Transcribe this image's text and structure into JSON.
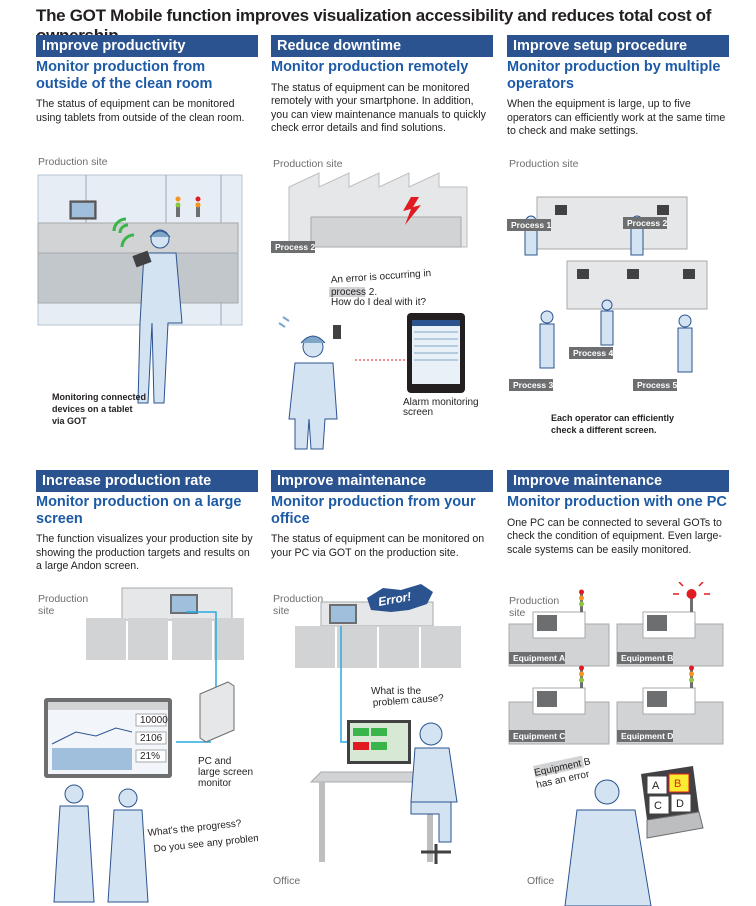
{
  "page": {
    "title": "The GOT Mobile function improves visualization accessibility and reduces total cost of ownership."
  },
  "colors": {
    "tag_bg": "#2b5390",
    "subtitle": "#1c5aa6",
    "illustration_blue": "#7fa6c9",
    "illustration_light": "#d4e3f1",
    "machine_grey": "#d1d3d4",
    "alert_red": "#e21b23"
  },
  "cards": [
    {
      "tag": "Improve productivity",
      "subtitle": "Monitor production from outside of the clean room",
      "description": "The status of equipment can be monitored using tablets from outside of the clean room.",
      "site_label": "Production site",
      "caption": "Monitoring connected devices on a tablet via GOT"
    },
    {
      "tag": "Reduce downtime",
      "subtitle": "Monitor production remotely",
      "description": "The status of equipment can be monitored remotely with your smartphone. In addition, you can view maintenance manuals to quickly check error details and find solutions.",
      "site_label": "Production site",
      "process_label": "Process 2",
      "speech_line1": "An error is occurring in",
      "speech_line2": "process 2.",
      "speech_line3": "How do I deal with it?",
      "caption_line1": "Alarm monitoring",
      "caption_line2": "screen"
    },
    {
      "tag": "Improve setup procedure",
      "subtitle": "Monitor production by multiple operators",
      "description": "When the equipment is large, up to five operators can efficiently work at the same time to check and make settings.",
      "site_label": "Production site",
      "processes": [
        "Process 1",
        "Process 2",
        "Process 4",
        "Process 3",
        "Process 5"
      ],
      "caption_line1": "Each operator can efficiently",
      "caption_line2": "check a different screen."
    },
    {
      "tag": "Increase production rate",
      "subtitle": "Monitor production on a large screen",
      "description": "The function visualizes your production site by showing the production targets and results on a large Andon screen.",
      "site_label_line1": "Production",
      "site_label_line2": "site",
      "screen_values": [
        "10000",
        "2106",
        "21%"
      ],
      "pc_label_line1": "PC and",
      "pc_label_line2": "large screen",
      "pc_label_line3": "monitor",
      "speech_line1": "What's the progress?",
      "speech_line2": "Do you see any problems?"
    },
    {
      "tag": "Improve maintenance",
      "subtitle": "Monitor production from your office",
      "description": "The status of equipment can be monitored on your PC via GOT on the production site.",
      "site_label_line1": "Production",
      "site_label_line2": "site",
      "error_text": "Error!",
      "speech_line1": "What is the",
      "speech_line2": "problem cause?",
      "office_label": "Office"
    },
    {
      "tag": "Improve maintenance",
      "subtitle": "Monitor production with one PC",
      "description": "One PC can be connected to several GOTs to check the condition of equipment. Even large-scale systems can be easily monitored.",
      "site_label_line1": "Production",
      "site_label_line2": "site",
      "equipment": [
        "Equipment A",
        "Equipment B",
        "Equipment C",
        "Equipment D"
      ],
      "speech_line1": "Equipment B",
      "speech_line2": "has an error",
      "grid_labels": [
        "A",
        "B",
        "C",
        "D"
      ],
      "office_label": "Office"
    }
  ]
}
